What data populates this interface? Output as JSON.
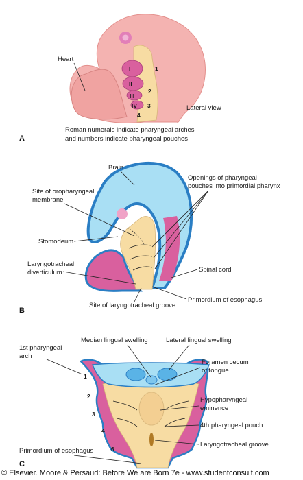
{
  "panel_a": {
    "letter": "A",
    "heart": "Heart",
    "view": "Lateral view",
    "note_line1": "Roman numerals indicate pharyngeal arches",
    "note_line2": "and numbers indicate pharyngeal pouches",
    "arches": [
      "I",
      "II",
      "III",
      "IV"
    ],
    "pouches": [
      "1",
      "2",
      "3",
      "4"
    ]
  },
  "panel_b": {
    "letter": "B",
    "brain": "Brain",
    "openings_line1": "Openings of pharyngeal",
    "openings_line2": "pouches into primordial pharynx",
    "oro_line1": "Site of oropharyngeal",
    "oro_line2": "membrane",
    "stomodeum": "Stomodeum",
    "laryngo_line1": "Laryngotracheal",
    "laryngo_line2": "diverticulum",
    "spinal": "Spinal cord",
    "groove_site": "Site of laryngotracheal groove",
    "esophagus": "Primordium of esophagus"
  },
  "panel_c": {
    "letter": "C",
    "median": "Median lingual swelling",
    "lateral": "Lateral lingual swelling",
    "arch_line1": "1st pharyngeal",
    "arch_line2": "arch",
    "foramen_line1": "Foramen cecum",
    "foramen_line2": "of tongue",
    "hypo_line1": "Hypopharyngeal",
    "hypo_line2": "eminence",
    "pouch4": "4th pharyngeal pouch",
    "esophagus": "Primordium of esophagus",
    "groove": "Laryngotracheal groove",
    "arch_numbers": [
      "1",
      "2",
      "3",
      "4",
      "6"
    ]
  },
  "credit": "© Elsevier. Moore & Persaud: Before We are Born 7e - www.studentconsult.com",
  "colors": {
    "skin": "#f4b3b1",
    "arch_pink": "#d9609e",
    "pharynx_yellow": "#f7dca3",
    "brain_blue": "#a9dff4",
    "border_blue": "#2a7ec4"
  }
}
